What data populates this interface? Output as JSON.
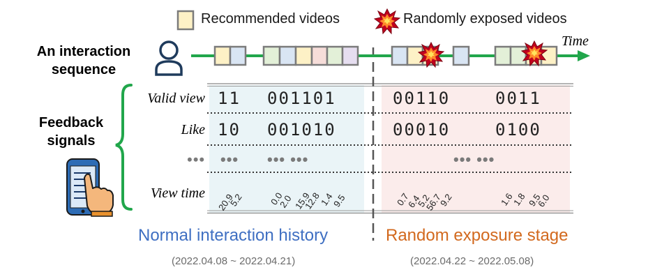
{
  "legend": {
    "recommended_label": "Recommended videos",
    "random_label": "Randomly exposed videos"
  },
  "actor": {
    "line1": "An interaction",
    "line2": "sequence"
  },
  "time_label": "Time",
  "feedback_title": {
    "line1": "Feedback",
    "line2": "signals"
  },
  "signals": [
    {
      "label": "Valid view",
      "normal": [
        "11",
        "001101"
      ],
      "random": [
        "00110",
        "0011"
      ]
    },
    {
      "label": "Like",
      "normal": [
        "10",
        "001010"
      ],
      "random": [
        "00010",
        "0100"
      ]
    },
    {
      "label": "•••",
      "normal": [
        "•••",
        "••• •••"
      ],
      "random": [
        "••• •••"
      ]
    }
  ],
  "view_time": {
    "label": "View time",
    "normal": [
      [
        "20.9",
        "5.2"
      ],
      [
        "0.0",
        "2.0",
        "15.9",
        "12.8",
        "1.4",
        "9.5"
      ]
    ],
    "random": [
      [
        "0.7",
        "6.4",
        "5.2",
        "56.7",
        "9.2"
      ],
      [
        "1.6",
        "1.8",
        "9.5",
        "6.0"
      ]
    ]
  },
  "stages": [
    {
      "title": "Normal interaction history",
      "dates": "(2022.04.08 ~ 2022.04.21)",
      "color": "#3f6fc2"
    },
    {
      "title": "Random exposure stage",
      "dates": "(2022.04.22 ~ 2022.05.08)",
      "color": "#d2691e"
    }
  ],
  "colors": {
    "timeline": "#21a64b",
    "normal_bg": "#eaf4f7",
    "random_bg": "#fbeceb",
    "box_palette": [
      "#fdf1c6",
      "#d9e5f3",
      "#e3f0d8",
      "#f6ddd9",
      "#e6def0"
    ],
    "brace": "#21a64b"
  },
  "icons": [
    "person-icon",
    "burst-icon",
    "phone-touch-icon"
  ]
}
